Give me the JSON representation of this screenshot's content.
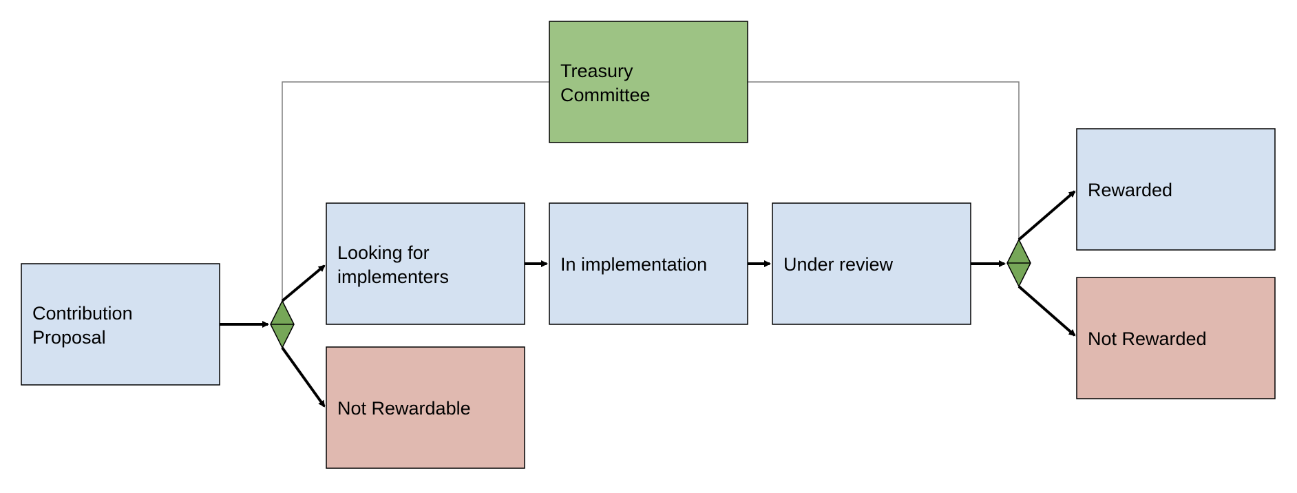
{
  "colors": {
    "process_fill": "#d4e1f1",
    "rejected_fill": "#e0b9b0",
    "committee_fill": "#9dc384",
    "decision_fill": "#76a758",
    "stroke": "#000000",
    "connector": "#7f7f7f"
  },
  "nodes": {
    "treasury_committee": {
      "lines": [
        "Treasury",
        "Committee"
      ]
    },
    "contribution_proposal": {
      "lines": [
        "Contribution",
        "Proposal"
      ]
    },
    "looking_for_implementers": {
      "lines": [
        "Looking for",
        "implementers"
      ]
    },
    "in_implementation": {
      "lines": [
        "In implementation"
      ]
    },
    "under_review": {
      "lines": [
        "Under review"
      ]
    },
    "not_rewardable": {
      "lines": [
        "Not Rewardable"
      ]
    },
    "rewarded": {
      "lines": [
        "Rewarded"
      ]
    },
    "not_rewarded": {
      "lines": [
        "Not Rewarded"
      ]
    }
  }
}
